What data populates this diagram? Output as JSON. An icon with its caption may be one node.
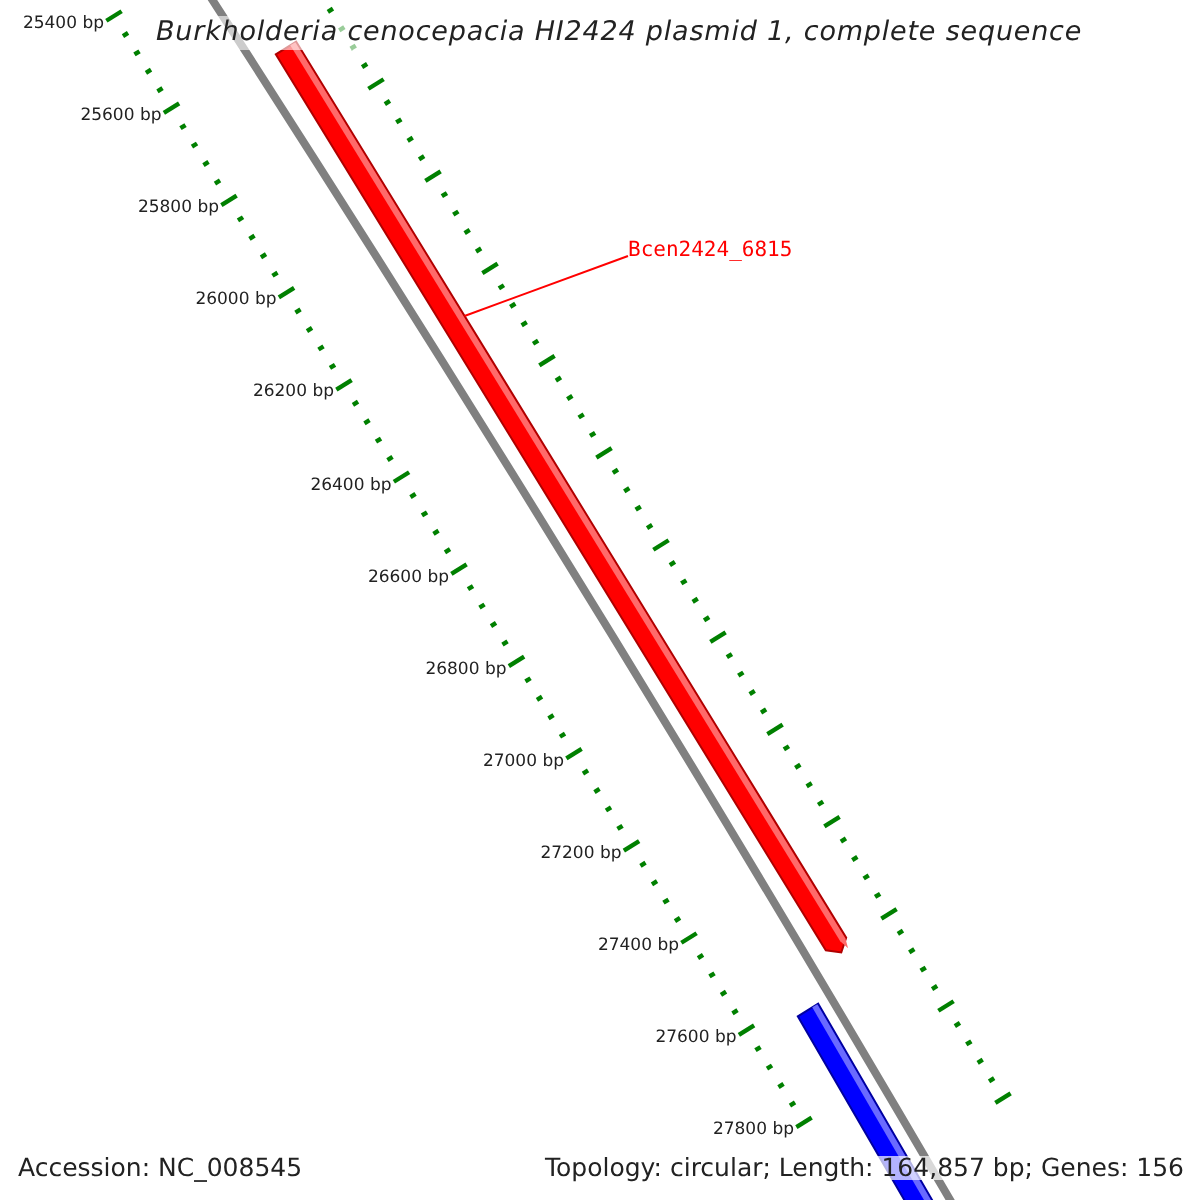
{
  "diagram": {
    "title": "Burkholderia cenocepacia HI2424 plasmid 1, complete sequence",
    "nodes": [
      {
        "text": [
          "Bcen2424_6815"
        ]
      },
      {
        "text": [],
        "shape": "bar"
      },
      {
        "text": [],
        "shape": "bar"
      }
    ],
    "edges": [
      {
        "from": 0,
        "to": 1,
        "arrow": "none"
      }
    ],
    "labels": [
      "25400 bp",
      "25600 bp",
      "25800 bp",
      "26000 bp",
      "26200 bp",
      "26400 bp",
      "26600 bp",
      "26800 bp",
      "27000 bp",
      "27200 bp",
      "27400 bp",
      "27600 bp",
      "27800 bp",
      "Accession: NC_008545",
      "Topology: circular; Length: 164,857 bp; Genes: 156"
    ]
  }
}
